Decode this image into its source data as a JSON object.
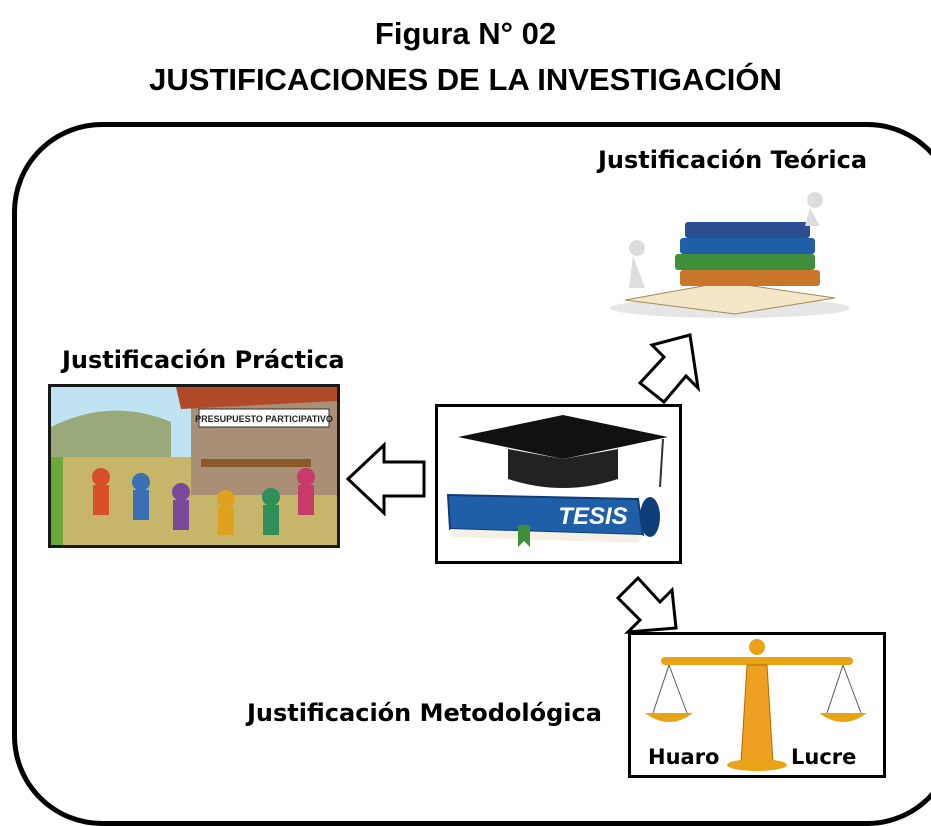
{
  "figure": {
    "number": "Figura N° 02",
    "title": "JUSTIFICACIONES DE LA INVESTIGACIÓN"
  },
  "nodes": {
    "teorica": {
      "label": "Justificación Teórica"
    },
    "practica": {
      "label": "Justificación Práctica",
      "sign_text": "PRESUPUESTO PARTICIPATIVO"
    },
    "center": {
      "book_text": "TESIS"
    },
    "metodologica": {
      "label": "Justificación Metodológica",
      "left_text": "Huaro",
      "right_text": "Lucre"
    }
  },
  "colors": {
    "outline": "#000000",
    "book_blue": "#1f5fa8",
    "scale_gold": "#e8a317",
    "cap_black": "#111111"
  }
}
